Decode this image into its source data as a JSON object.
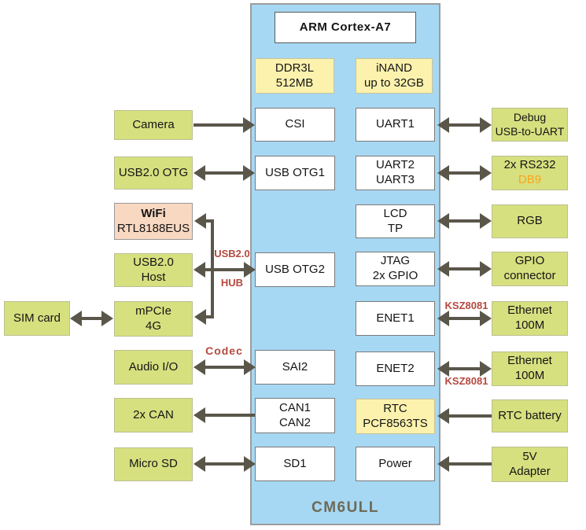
{
  "module": {
    "name": "CM6ULL",
    "cpu": "ARM Cortex-A7",
    "ddr": "DDR3L\n512MB",
    "nand": "iNAND\nup to 32GB",
    "ports_left": {
      "csi": "CSI",
      "usb_otg1": "USB OTG1",
      "usb_otg2": "USB OTG2",
      "sai2": "SAI2",
      "can": "CAN1\nCAN2",
      "sd1": "SD1"
    },
    "ports_right": {
      "uart1": "UART1",
      "uart23": "UART2\nUART3",
      "lcd": "LCD\nTP",
      "jtag": "JTAG\n2x GPIO",
      "enet1": "ENET1",
      "enet2": "ENET2",
      "rtc": "RTC\nPCF8563TS",
      "power": "Power"
    }
  },
  "peripherals_left": {
    "camera": "Camera",
    "usb_otg": "USB2.0 OTG",
    "wifi_title": "WiFi",
    "wifi_chip": "RTL8188EUS",
    "usb_host": "USB2.0\nHost",
    "mpcie": "mPCIe\n4G",
    "sim_card": "SIM card",
    "audio": "Audio I/O",
    "can": "2x CAN",
    "micro_sd": "Micro SD"
  },
  "peripherals_right": {
    "debug": "Debug\nUSB-to-UART",
    "rs232": "2x RS232",
    "rs232_connector": "DB9",
    "rgb": "RGB",
    "gpio": "GPIO\nconnector",
    "ethernet1": "Ethernet\n100M",
    "ethernet2": "Ethernet\n100M",
    "rtc_battery": "RTC battery",
    "adapter": "5V\nAdapter"
  },
  "annotations": {
    "usb2": "USB2.0",
    "hub": "HUB",
    "codec": "Codec",
    "ksz8081_enet1": "KSZ8081",
    "ksz8081_enet2": "KSZ8081"
  },
  "colors": {
    "module_bg": "#a7d8f3",
    "peripheral_green": "#d6e07f",
    "memory_yellow": "#fcf2ae",
    "wifi_pink": "#f9d8c1",
    "arrow_gray": "#5a564a",
    "annotation_red": "#b5493f",
    "db9_orange": "#ffa31a",
    "module_title_gray": "#6d6a58"
  }
}
